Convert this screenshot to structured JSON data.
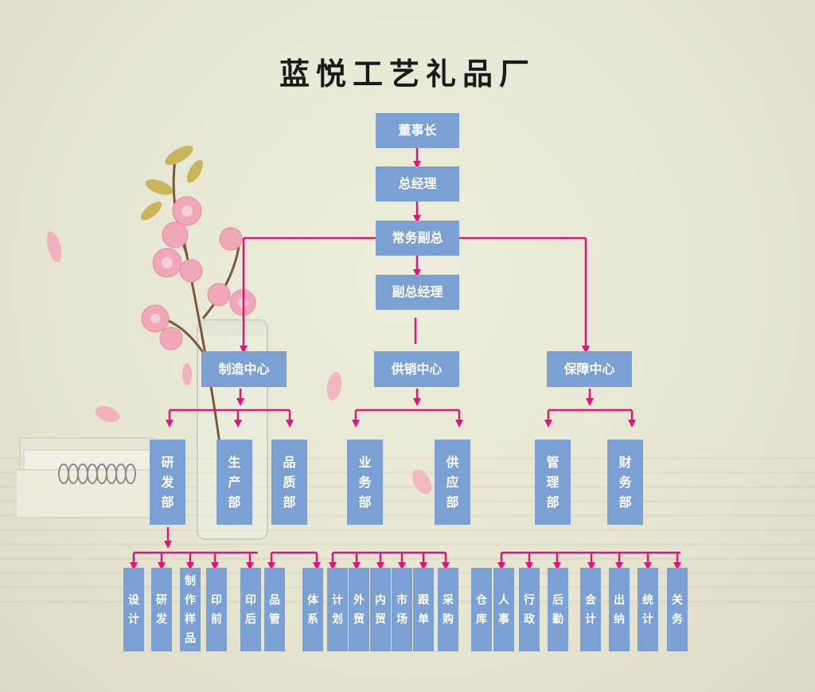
{
  "title": "蓝悦工艺礼品厂",
  "colors": {
    "box": "#7aa0d4",
    "line": "#e0147a",
    "title": "#1a1a1a"
  },
  "chain": [
    "董事长",
    "总经理",
    "常务副总",
    "副总经理"
  ],
  "centers": [
    "制造中心",
    "供销中心",
    "保障中心"
  ],
  "departments": [
    [
      "研",
      "发",
      "部"
    ],
    [
      "生",
      "产",
      "部"
    ],
    [
      "品",
      "质",
      "部"
    ],
    [
      "业",
      "务",
      "部"
    ],
    [
      "供",
      "应",
      "部"
    ],
    [
      "管",
      "理",
      "部"
    ],
    [
      "财",
      "务",
      "部"
    ]
  ],
  "leaves": [
    [
      "设",
      "计"
    ],
    [
      "研",
      "发"
    ],
    [
      "制",
      "作",
      "样",
      "品"
    ],
    [
      "印",
      "前"
    ],
    [
      "印",
      "后"
    ],
    [
      "品",
      "管"
    ],
    [
      "体",
      "系"
    ],
    [
      "计",
      "划"
    ],
    [
      "外",
      "贸"
    ],
    [
      "内",
      "贸"
    ],
    [
      "市",
      "场"
    ],
    [
      "跟",
      "单"
    ],
    [
      "采",
      "购"
    ],
    [
      "仓",
      "库"
    ],
    [
      "人",
      "事"
    ],
    [
      "行",
      "政"
    ],
    [
      "后",
      "勤"
    ],
    [
      "会",
      "计"
    ],
    [
      "出",
      "纳"
    ],
    [
      "统",
      "计"
    ],
    [
      "关",
      "务"
    ]
  ]
}
